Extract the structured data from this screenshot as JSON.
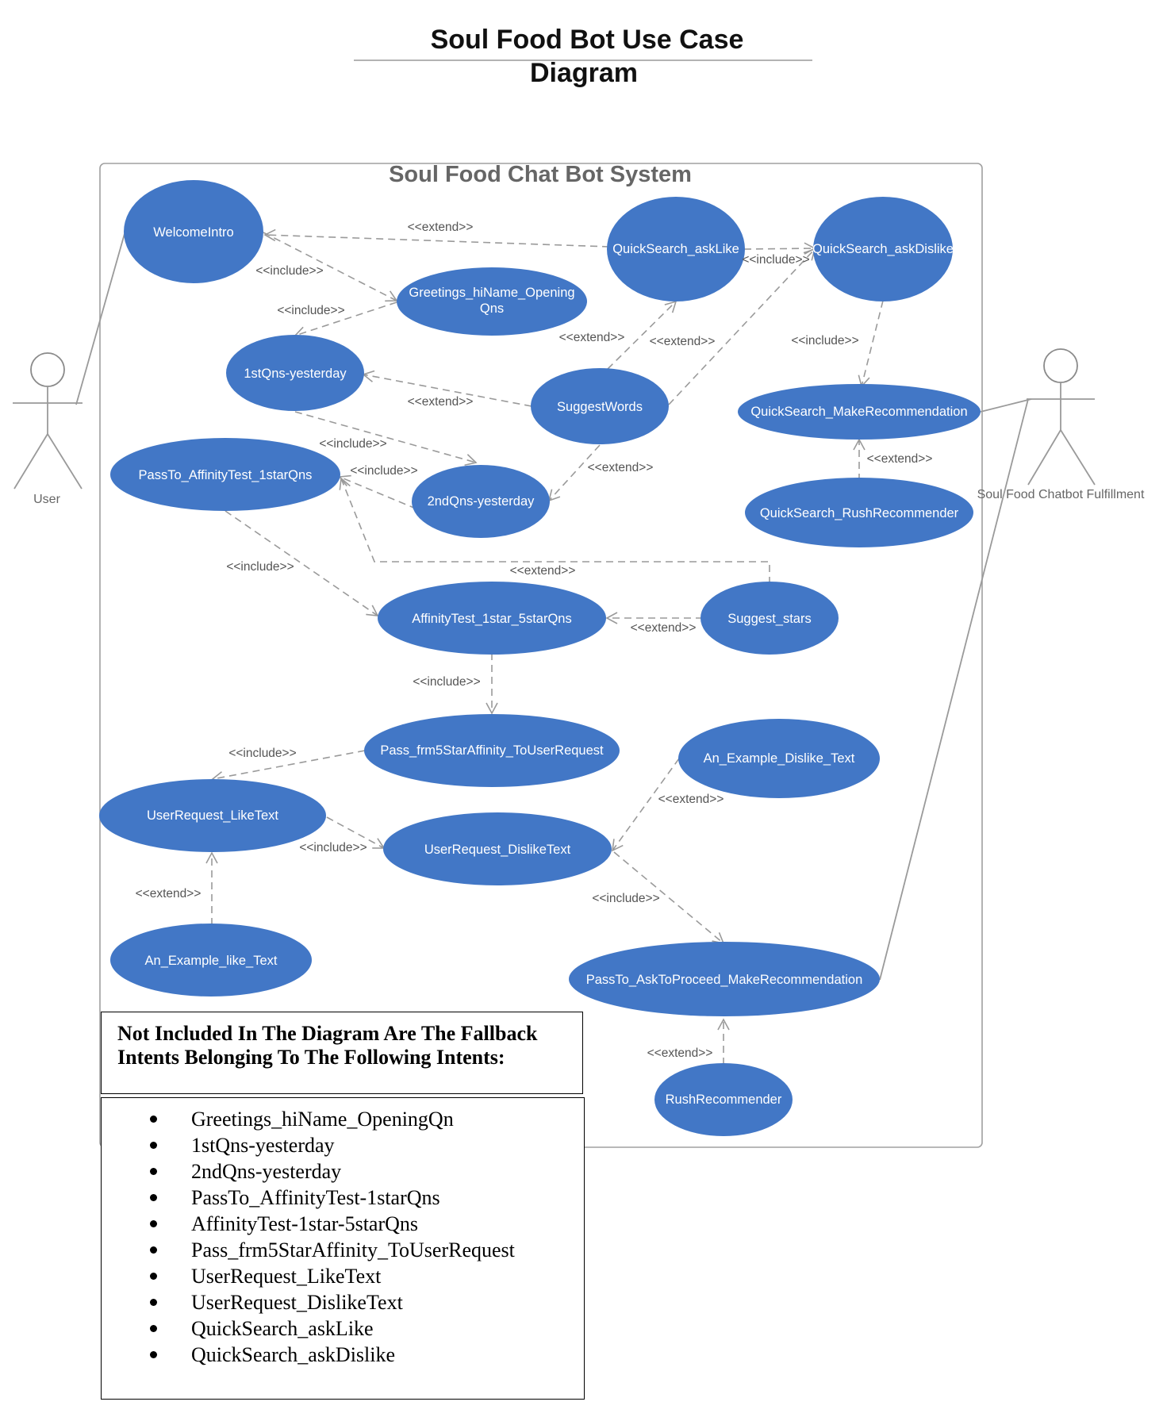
{
  "title_line1": "Soul Food Bot Use Case",
  "title_line2": "Diagram",
  "system_title": "Soul Food Chat Bot System",
  "actors": {
    "user": "User",
    "fulfillment": "Soul Food Chatbot Fulfillment"
  },
  "use_cases": {
    "welcome": "WelcomeIntro",
    "greetings_l1": "Greetings_hiName_Opening",
    "greetings_l2": "Qns",
    "qn1": "1stQns-yesterday",
    "qn2": "2ndQns-yesterday",
    "suggest_words": "SuggestWords",
    "ask_like": "QuickSearch_askLike",
    "ask_dislike": "QuickSearch_askDislike",
    "make_rec": "QuickSearch_MakeRecommendation",
    "rush_rec": "QuickSearch_RushRecommender",
    "pass_affinity": "PassTo_AffinityTest_1starQns",
    "affinity": "AffinityTest_1star_5starQns",
    "suggest_stars": "Suggest_stars",
    "pass_frm5": "Pass_frm5StarAffinity_ToUserRequest",
    "like_text": "UserRequest_LikeText",
    "dislike_text": "UserRequest_DislikeText",
    "ex_dislike": "An_Example_Dislike_Text",
    "ex_like": "An_Example_like_Text",
    "pass_proceed": "PassTo_AskToProceed_MakeRecommendation",
    "rush": "RushRecommender"
  },
  "relations": {
    "include": "<<include>>",
    "extend": "<<extend>>"
  },
  "note": {
    "heading_line1": "Not Included In The Diagram Are The Fallback",
    "heading_line2": "Intents Belonging To The Following Intents:",
    "items": [
      "Greetings_hiName_OpeningQn",
      "1stQns-yesterday",
      "2ndQns-yesterday",
      "PassTo_AffinityTest-1starQns",
      "AffinityTest-1star-5starQns",
      "Pass_frm5StarAffinity_ToUserRequest",
      "UserRequest_LikeText",
      "UserRequest_DislikeText",
      "QuickSearch_askLike",
      "QuickSearch_askDislike"
    ]
  }
}
